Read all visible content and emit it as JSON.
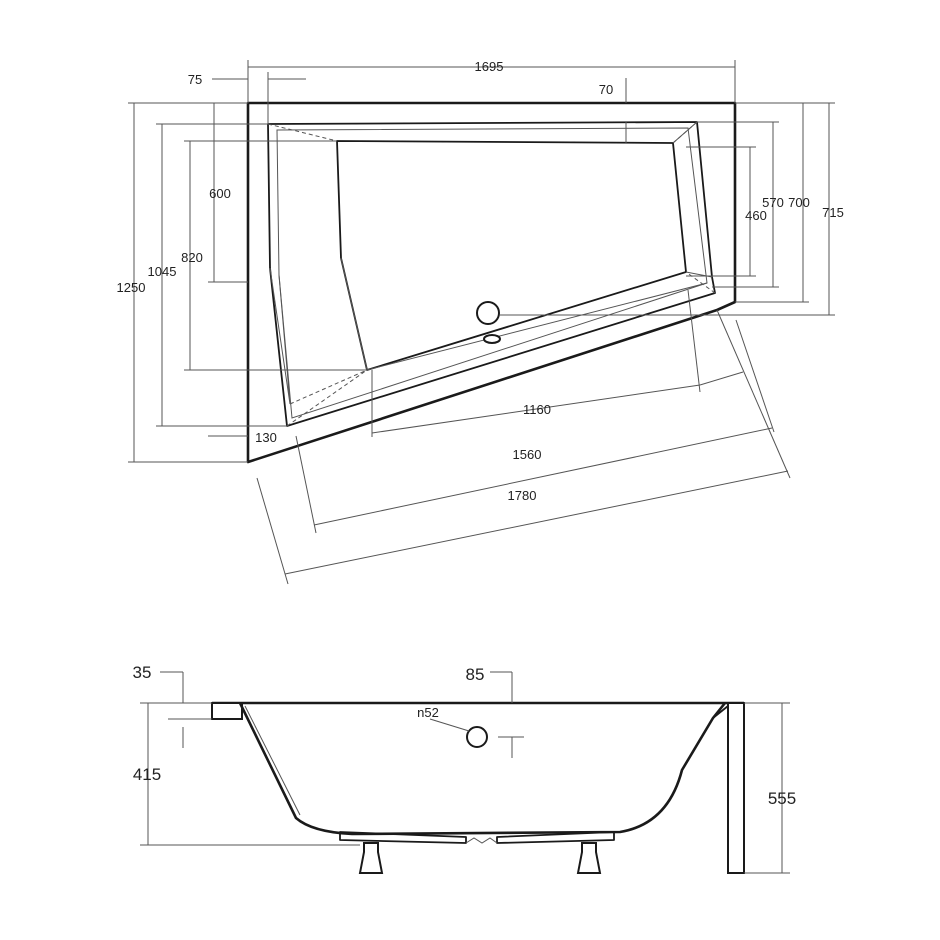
{
  "plan_view": {
    "dims": {
      "width_total": "1695",
      "left_offset": "75",
      "top_rim": "70",
      "height_total": "1250",
      "h_1045": "1045",
      "h_820": "820",
      "h_600": "600",
      "right_460": "460",
      "right_570": "570",
      "right_700": "700",
      "right_715": "715",
      "corner_130": "130",
      "diag_1160": "1160",
      "diag_1560": "1560",
      "diag_1780": "1780"
    }
  },
  "side_view": {
    "dims": {
      "rim_35": "35",
      "drain_85": "85",
      "drain_n52": "n52",
      "depth_415": "415",
      "height_555": "555"
    }
  }
}
